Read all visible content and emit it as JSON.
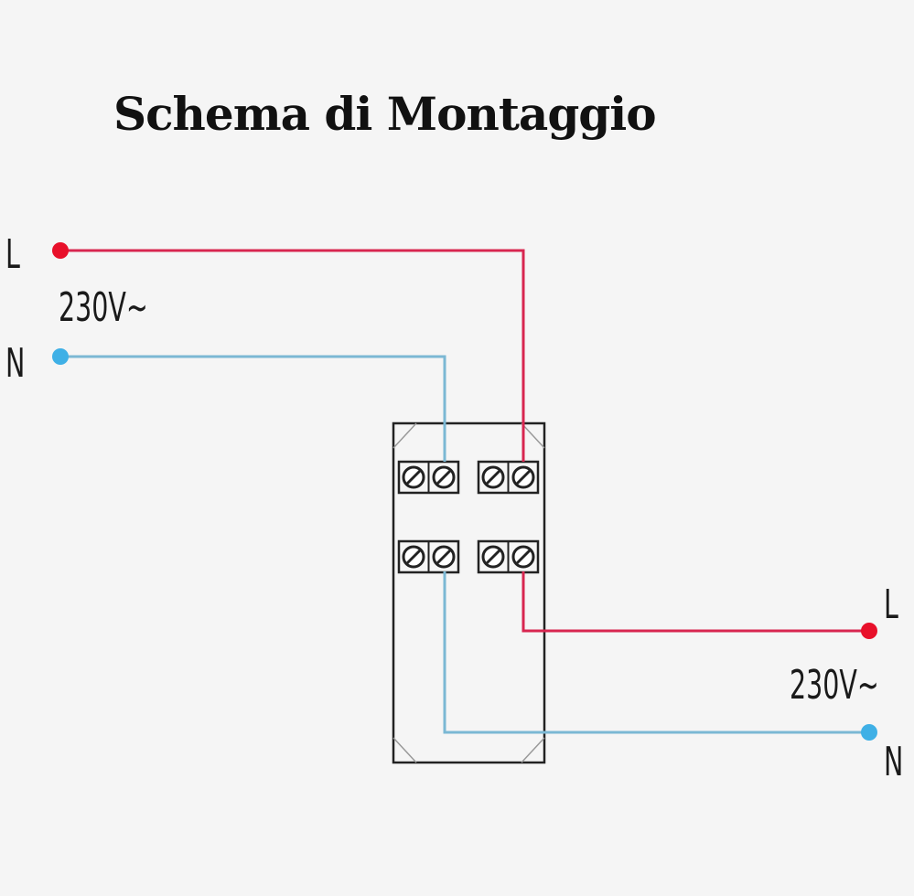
{
  "title": "Schema di Montaggio",
  "input": {
    "line_label": "L",
    "voltage_label": "230V~",
    "neutral_label": "N"
  },
  "output": {
    "line_label": "L",
    "voltage_label": "230V~",
    "neutral_label": "N"
  },
  "colors": {
    "line_wire": "#d82650",
    "line_terminal": "#e8102a",
    "neutral_wire": "#7bb8d4",
    "neutral_terminal": "#3fb0e6",
    "device_outline": "#222222"
  },
  "device": {
    "terminal_rows": 2,
    "terminal_groups_per_row": 2,
    "screws_per_group": 2
  }
}
